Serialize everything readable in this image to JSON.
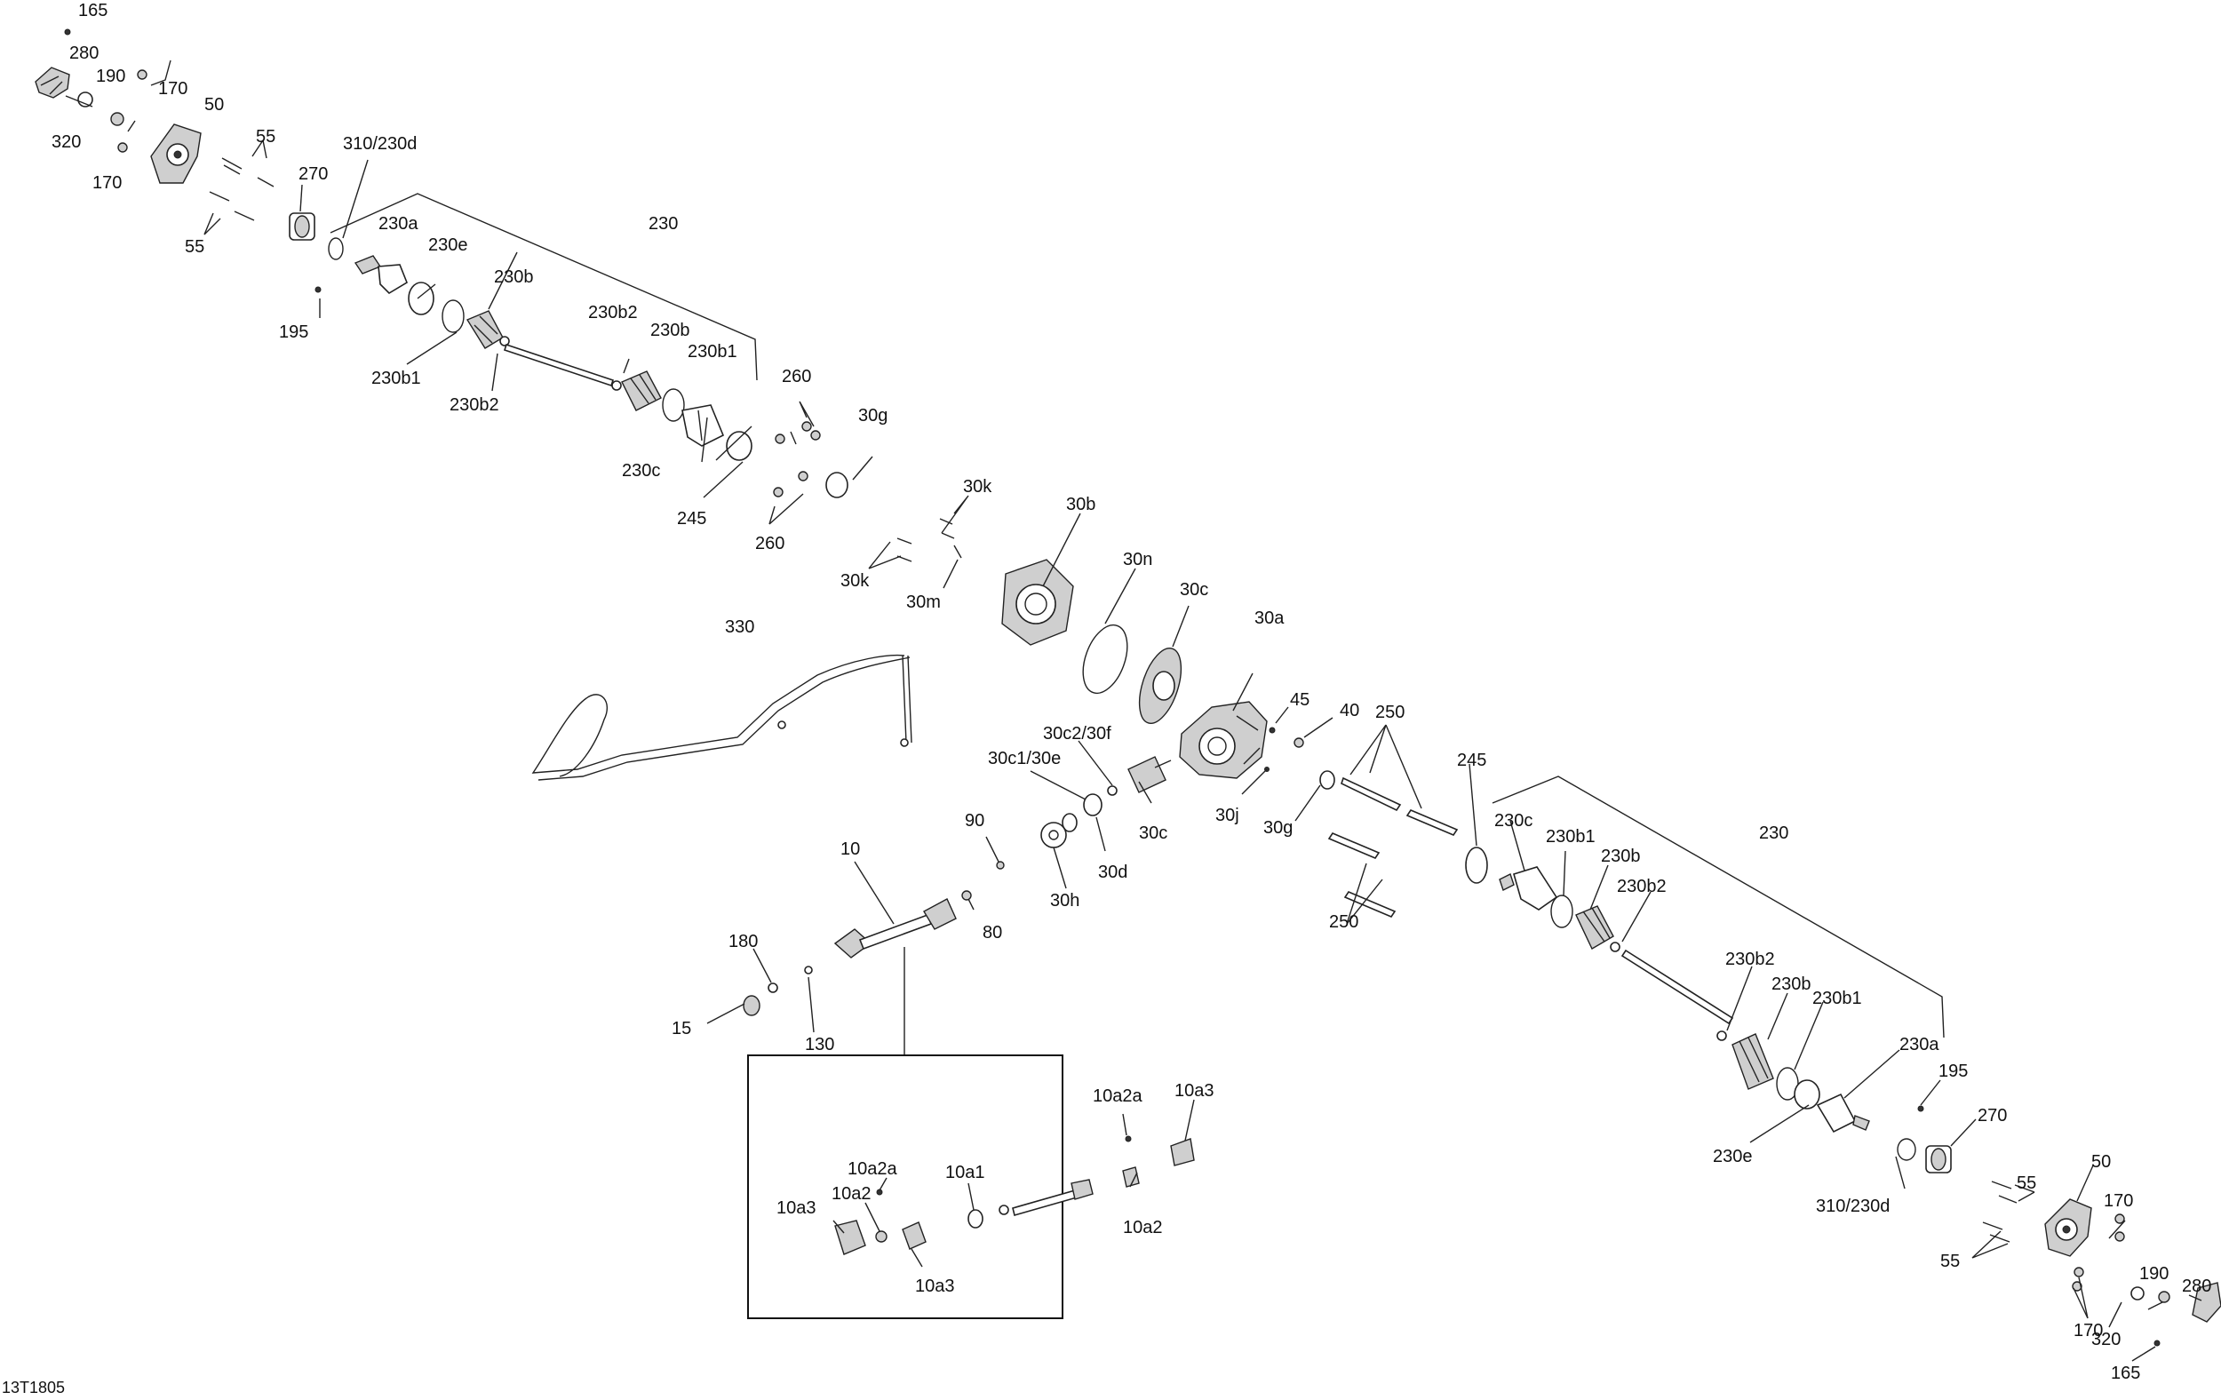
{
  "diagram_id": "13T1805",
  "callouts": {
    "l165": "165",
    "l280": "280",
    "l190": "190",
    "l170a": "170",
    "l50": "50",
    "l320": "320",
    "l170b": "170",
    "l55a": "55",
    "l55b": "55",
    "l270": "270",
    "l310": "310/230d",
    "l230": "230",
    "l230a": "230a",
    "l230e": "230e",
    "l230b": "230b",
    "l195": "195",
    "l230b1": "230b1",
    "l230b2": "230b2",
    "l230b2b": "230b2",
    "l230bb": "230b",
    "l230b1b": "230b1",
    "l260a": "260",
    "l30g": "30g",
    "l230c": "230c",
    "l245": "245",
    "l260b": "260",
    "l30k1": "30k",
    "l30k2": "30k",
    "l30m": "30m",
    "l30b": "30b",
    "l30n": "30n",
    "l330": "330",
    "l30c": "30c",
    "l30a": "30a",
    "l45": "45",
    "l40": "40",
    "l250a": "250",
    "l30c2": "30c2/30f",
    "l30c1": "30c1/30e",
    "l30j": "30j",
    "l30gb": "30g",
    "l30cb": "30c",
    "l90": "90",
    "l30d": "30d",
    "l30h": "30h",
    "l10": "10",
    "l80": "80",
    "l180": "180",
    "l15": "15",
    "l130": "130",
    "l245b": "245",
    "l230cR": "230c",
    "l230b1R": "230b1",
    "l230bR": "230b",
    "l230b2R": "230b2",
    "l230R": "230",
    "l250b": "250",
    "l230b2R2": "230b2",
    "l230bR2": "230b",
    "l230b1R2": "230b1",
    "l230aR": "230a",
    "l195R": "195",
    "l230eR": "230e",
    "l270R": "270",
    "l55R": "55",
    "l310R": "310/230d",
    "l50R": "50",
    "l170R1": "170",
    "l55R2": "55",
    "l190R": "190",
    "l280R": "280",
    "l170R2": "170",
    "l320R": "320",
    "l165R": "165"
  },
  "inset": {
    "l10a2a_1": "10a2a",
    "l10a3_1": "10a3",
    "l10a2a_2": "10a2a",
    "l10a1": "10a1",
    "l10a2_1": "10a2",
    "l10a3_2": "10a3",
    "l10a2_2": "10a2",
    "l10a3_3": "10a3"
  }
}
